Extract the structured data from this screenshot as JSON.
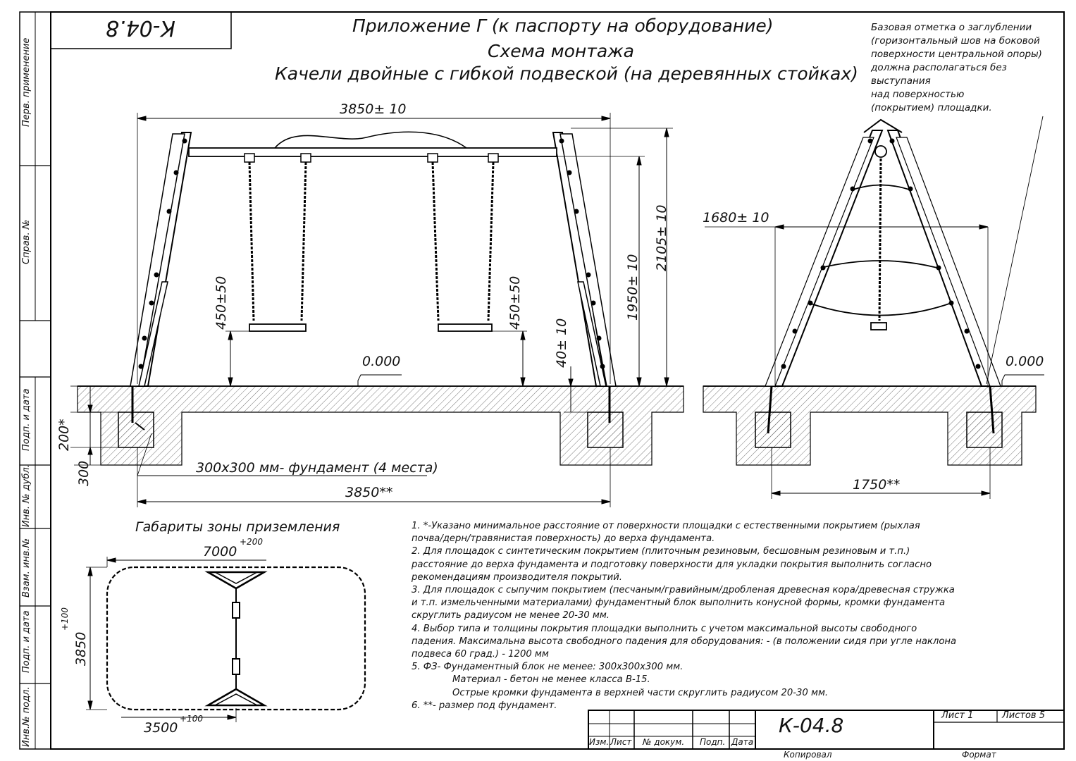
{
  "drawing_code_box": "К-04.8",
  "title": {
    "line1": "Приложение Г (к паспорту на оборудование)",
    "line2": "Схема монтажа",
    "line3": "Качели двойные с гибкой подвеской (на деревянных стойках)"
  },
  "base_note": [
    "Базовая отметка о заглублении",
    "(горизонтальный шов на боковой",
    "поверхности центральной опоры)",
    "должна располагаться без",
    "выступания",
    "над поверхностью",
    "(покрытием) площадки."
  ],
  "side_labels": {
    "perv_primenenie": "Перв. применение",
    "sprav_no": "Справ. №",
    "podp_i_data_1": "Подп. и дата",
    "inv_no_dubl": "Инв. № дубл.",
    "vzam_inv_no": "Взам. инв.№",
    "podp_i_data_2": "Подп. и дата",
    "inv_no_podl": "Инв.№ подл."
  },
  "front_view": {
    "width_top": "3850± 10",
    "height_total": "2105± 10",
    "height_beam": "1950± 10",
    "seat_height_left": "450±50",
    "seat_height_right": "450±50",
    "foundation_gap": "40± 10",
    "zero_mark": "0.000",
    "depth_200": "200*",
    "depth_300": "300",
    "foundation_label": "300х300 мм- фундамент (4 места)",
    "width_bottom": "3850**"
  },
  "side_view": {
    "width_top": "1680± 10",
    "zero_mark": "0.000",
    "width_bottom": "1750**"
  },
  "landing_zone": {
    "title": "Габариты зоны приземления",
    "length": "7000",
    "length_tol": "+200",
    "width": "3850",
    "width_tol": "+100",
    "inner": "3500",
    "inner_tol": "+100"
  },
  "notes": [
    "1. *-Указано минимальное расстояние от поверхности площадки с естественными покрытием (рыхлая",
    "почва/дерн/травянистая поверхность) до верха фундамента.",
    "2. Для площадок с синтетическим покрытием (плиточным резиновым, бесшовным резиновым и т.п.)",
    "расстояние до верха фундамента и подготовку поверхности для укладки покрытия выполнить согласно",
    "рекомендациям производителя покрытий.",
    "3. Для площадок с сыпучим покрытием (песчаным/гравийным/дробленая древесная кора/древесная стружка",
    "и т.п. измельченными материалами) фундаментный блок выполнить конусной формы, кромки фундамента",
    "скруглить радиусом не менее 20-30 мм.",
    "4. Выбор типа и толщины покрытия площадки выполнить с учетом максимальной высоты свободного",
    "падения. Максимальна высота свободного падения для оборудования: - (в положении сидя при угле наклона",
    "подвеса 60 град.) - 1200 мм",
    "5. ФЗ- Фундаментный блок не менее: 300х300х300 мм.",
    "Материал - бетон не менее класса В-15.",
    "Острые кромки фундамента в верхней части скруглить радиусом 20-30 мм.",
    "6. **- размер под фундамент."
  ],
  "title_block": {
    "code": "К-04.8",
    "sheet": "Лист 1",
    "sheets": "Листов 5",
    "col_izm": "Изм.",
    "col_list": "Лист",
    "col_docum": "№ докум.",
    "col_podp": "Подп.",
    "col_data": "Дата",
    "kopiroval": "Копировал",
    "format": "Формат"
  }
}
